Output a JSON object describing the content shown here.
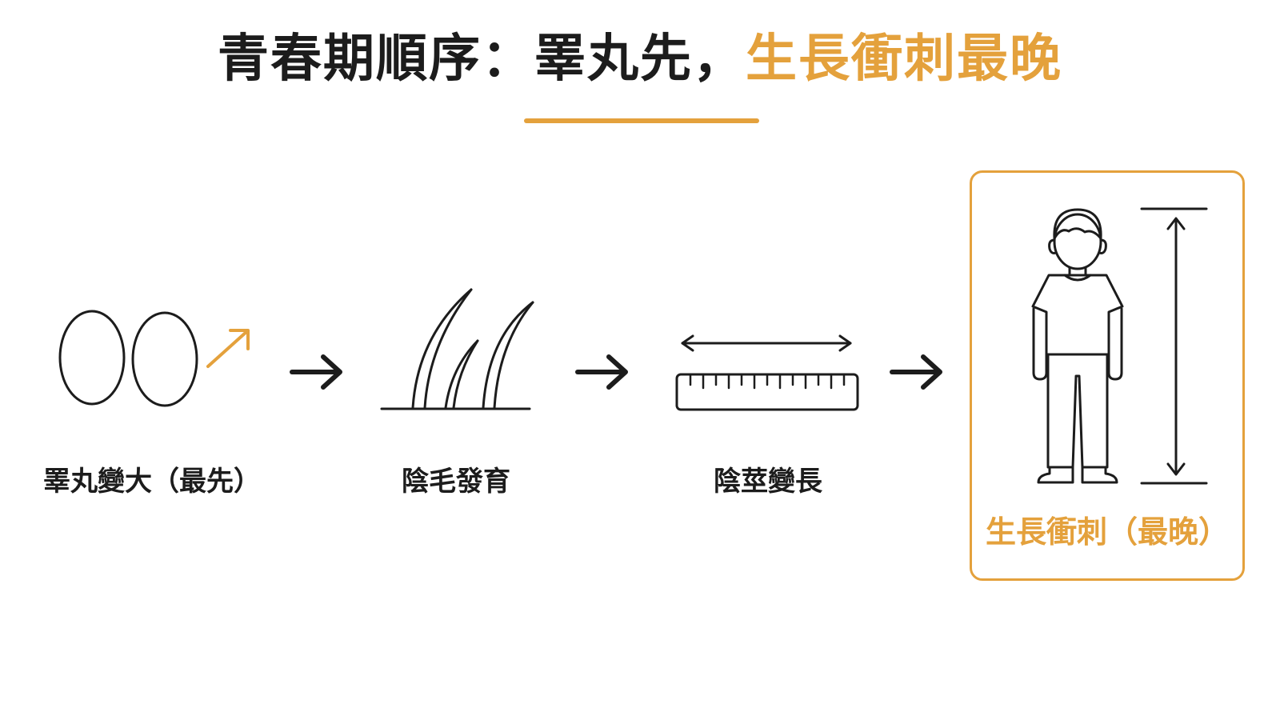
{
  "title": {
    "main": "青春期順序：睪丸先，",
    "accent": "生長衝刺最晚"
  },
  "stages": [
    {
      "label": "睪丸變大（最先）",
      "icon": "testes-icon"
    },
    {
      "label": "陰毛發育",
      "icon": "hair-growth-icon"
    },
    {
      "label": "陰莖變長",
      "icon": "ruler-length-icon"
    },
    {
      "label": "生長衝刺（最晚）",
      "icon": "person-height-icon"
    }
  ],
  "colors": {
    "accent": "#e4a13c",
    "text": "#1c1c1c"
  }
}
